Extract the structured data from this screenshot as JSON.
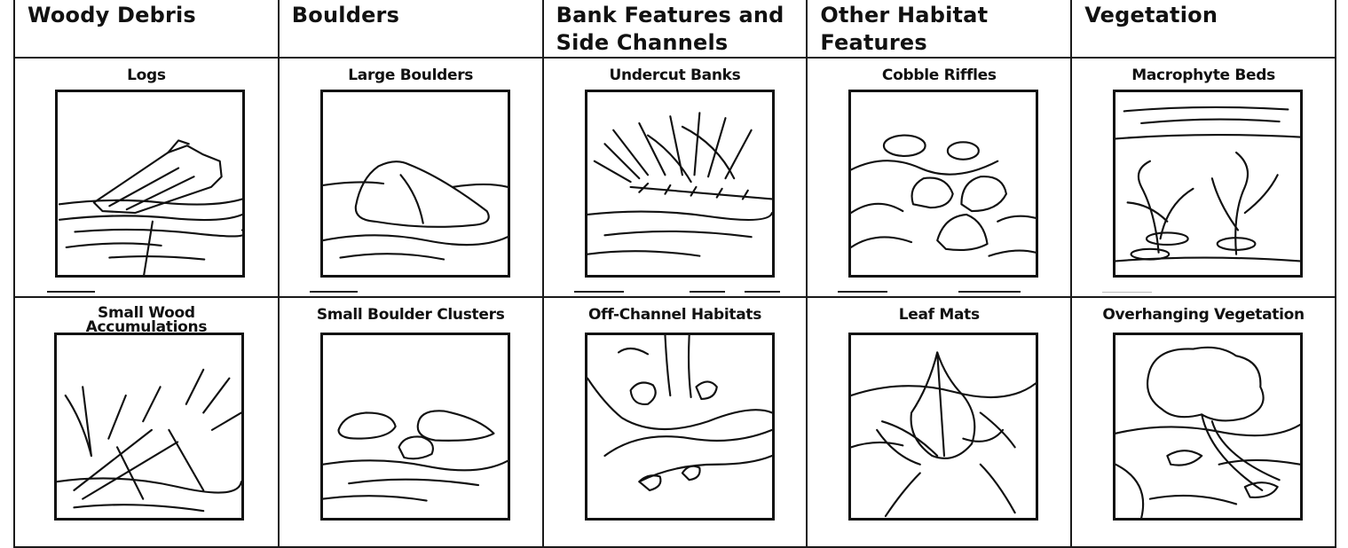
{
  "headers": [
    "Woody Debris",
    "Boulders",
    "Bank Features and Side Channels",
    "Other Habitat Features",
    "Vegetation"
  ],
  "row1": [
    "Logs",
    "Large Boulders",
    "Undercut Banks",
    "Cobble Riffles",
    "Macrophyte Beds"
  ],
  "row2": [
    "Small Wood Accumulations",
    "Small Boulder Clusters",
    "Off-Channel Habitats",
    "Leaf Mats",
    "Overhanging Vegetation"
  ],
  "icons": {
    "logs": "log-in-water-icon",
    "large_boulders": "large-boulder-icon",
    "undercut_banks": "undercut-bank-icon",
    "cobble_riffles": "cobble-riffle-icon",
    "macrophyte_beds": "macrophyte-bed-icon",
    "small_wood": "small-wood-accumulation-icon",
    "small_boulders": "small-boulder-cluster-icon",
    "off_channel": "off-channel-habitat-icon",
    "leaf_mats": "leaf-mat-icon",
    "overhanging": "overhanging-vegetation-icon"
  }
}
